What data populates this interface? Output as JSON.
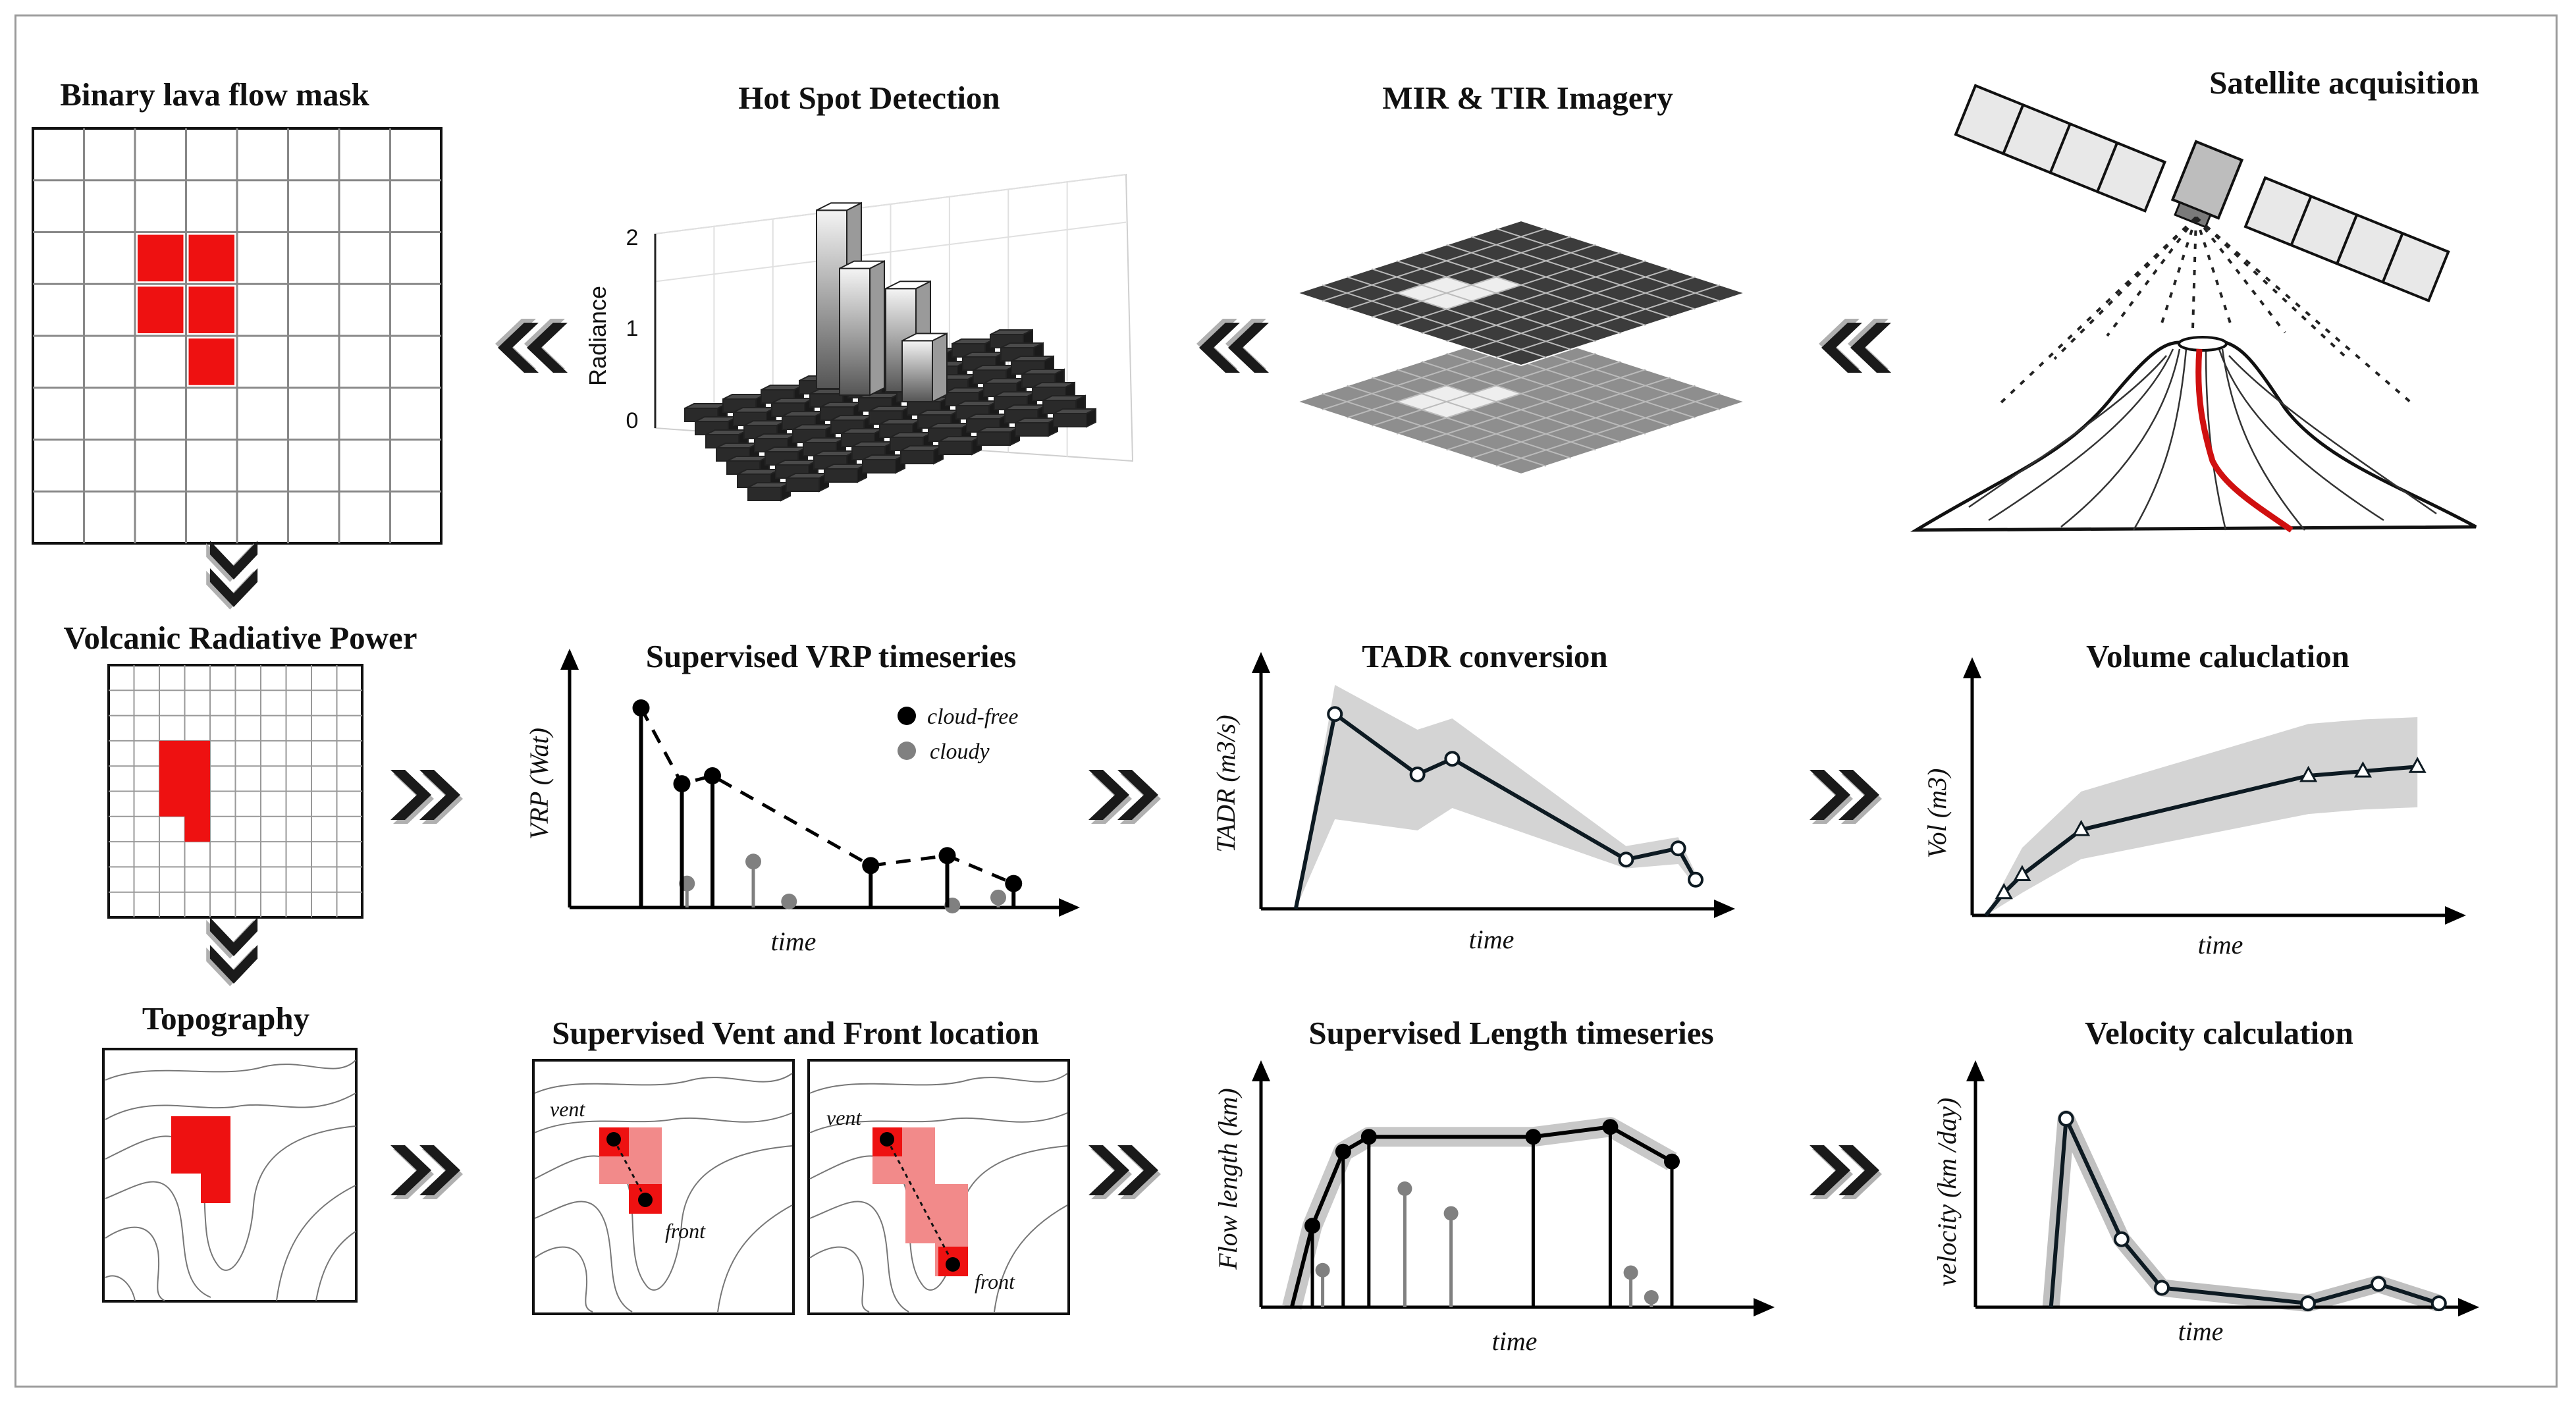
{
  "panels": {
    "binary_mask": {
      "title": "Binary lava flow mask"
    },
    "hotspot": {
      "title": "Hot Spot Detection",
      "ylabel": "Radiance",
      "yticks": [
        "2",
        "1",
        "0"
      ]
    },
    "imagery": {
      "title": "MIR & TIR Imagery"
    },
    "satellite": {
      "title": "Satellite acquisition"
    },
    "vrp": {
      "title": "Volcanic Radiative Power"
    },
    "vrp_series": {
      "title": "Supervised VRP timeseries",
      "ylabel": "VRP (Wat)",
      "xlabel": "time",
      "legend_cloud_free": "cloud-free",
      "legend_cloudy": "cloudy"
    },
    "tadr": {
      "title": "TADR conversion",
      "ylabel": "TADR (m3/s)",
      "xlabel": "time"
    },
    "volume": {
      "title": "Volume caluclation",
      "ylabel": "Vol (m3)",
      "xlabel": "time"
    },
    "topography": {
      "title": "Topography"
    },
    "vent_front": {
      "title": "Supervised Vent and Front location",
      "vent_label": "vent",
      "front_label": "front"
    },
    "length": {
      "title": "Supervised Length timeseries",
      "ylabel": "Flow length (km)",
      "xlabel": "time"
    },
    "velocity": {
      "title": "Velocity calculation",
      "ylabel": "velocity (km /day)",
      "xlabel": "time"
    }
  },
  "colors": {
    "lava_red": "#ee1111",
    "lava_light": "#f28a8a",
    "uncertainty_band": "#d4d4d4",
    "cloud_free": "#000000",
    "cloudy": "#808080",
    "arrow": "#1a1a1a"
  },
  "arrows": {
    "row1": "left-pointing double chevron",
    "row2_3": "right-pointing double chevron",
    "column": "down-pointing double chevron"
  },
  "chart_data": [
    {
      "type": "bar",
      "panel": "hotspot",
      "note": "3D histogram of radiance per pixel",
      "ylim": [
        0,
        2
      ],
      "peak_values": [
        1.9,
        1.35,
        1.1,
        0.65
      ]
    },
    {
      "type": "scatter",
      "panel": "vrp_series",
      "series": [
        {
          "name": "cloud-free",
          "t": [
            0.14,
            0.22,
            0.28,
            0.59,
            0.74,
            0.87
          ],
          "v": [
            1.0,
            0.62,
            0.66,
            0.21,
            0.26,
            0.12
          ]
        },
        {
          "name": "cloudy",
          "t": [
            0.23,
            0.36,
            0.43,
            0.75,
            0.84
          ],
          "v": [
            0.12,
            0.23,
            0.03,
            0.01,
            0.05
          ]
        }
      ]
    },
    {
      "type": "line",
      "panel": "tadr",
      "t": [
        0.17,
        0.36,
        0.44,
        0.84,
        0.96,
        1.0
      ],
      "v": [
        0.87,
        0.6,
        0.67,
        0.22,
        0.27,
        0.13
      ],
      "band_low": [
        0.4,
        0.35,
        0.45,
        0.18,
        0.2,
        0.1
      ],
      "band_high": [
        1.0,
        0.8,
        0.85,
        0.28,
        0.32,
        0.16
      ]
    },
    {
      "type": "line",
      "panel": "volume",
      "t": [
        0.07,
        0.11,
        0.24,
        0.74,
        0.86,
        0.98
      ],
      "v": [
        0.1,
        0.18,
        0.38,
        0.62,
        0.64,
        0.66
      ],
      "band_low": [
        0.05,
        0.1,
        0.25,
        0.45,
        0.47,
        0.48
      ],
      "band_high": [
        0.15,
        0.3,
        0.55,
        0.85,
        0.87,
        0.88
      ]
    },
    {
      "type": "bar",
      "panel": "length",
      "series": [
        {
          "name": "cloud-free",
          "t": [
            0.1,
            0.16,
            0.21,
            0.53,
            0.68,
            0.8
          ],
          "v": [
            0.33,
            0.63,
            0.69,
            0.69,
            0.73,
            0.59
          ]
        },
        {
          "name": "cloudy",
          "t": [
            0.12,
            0.28,
            0.37,
            0.72,
            0.76
          ],
          "v": [
            0.15,
            0.48,
            0.38,
            0.14,
            0.04
          ]
        }
      ]
    },
    {
      "type": "line",
      "panel": "velocity",
      "t": [
        0.18,
        0.29,
        0.37,
        0.66,
        0.8,
        0.92
      ],
      "v": [
        0.97,
        0.35,
        0.1,
        0.02,
        0.12,
        0.02
      ]
    }
  ]
}
